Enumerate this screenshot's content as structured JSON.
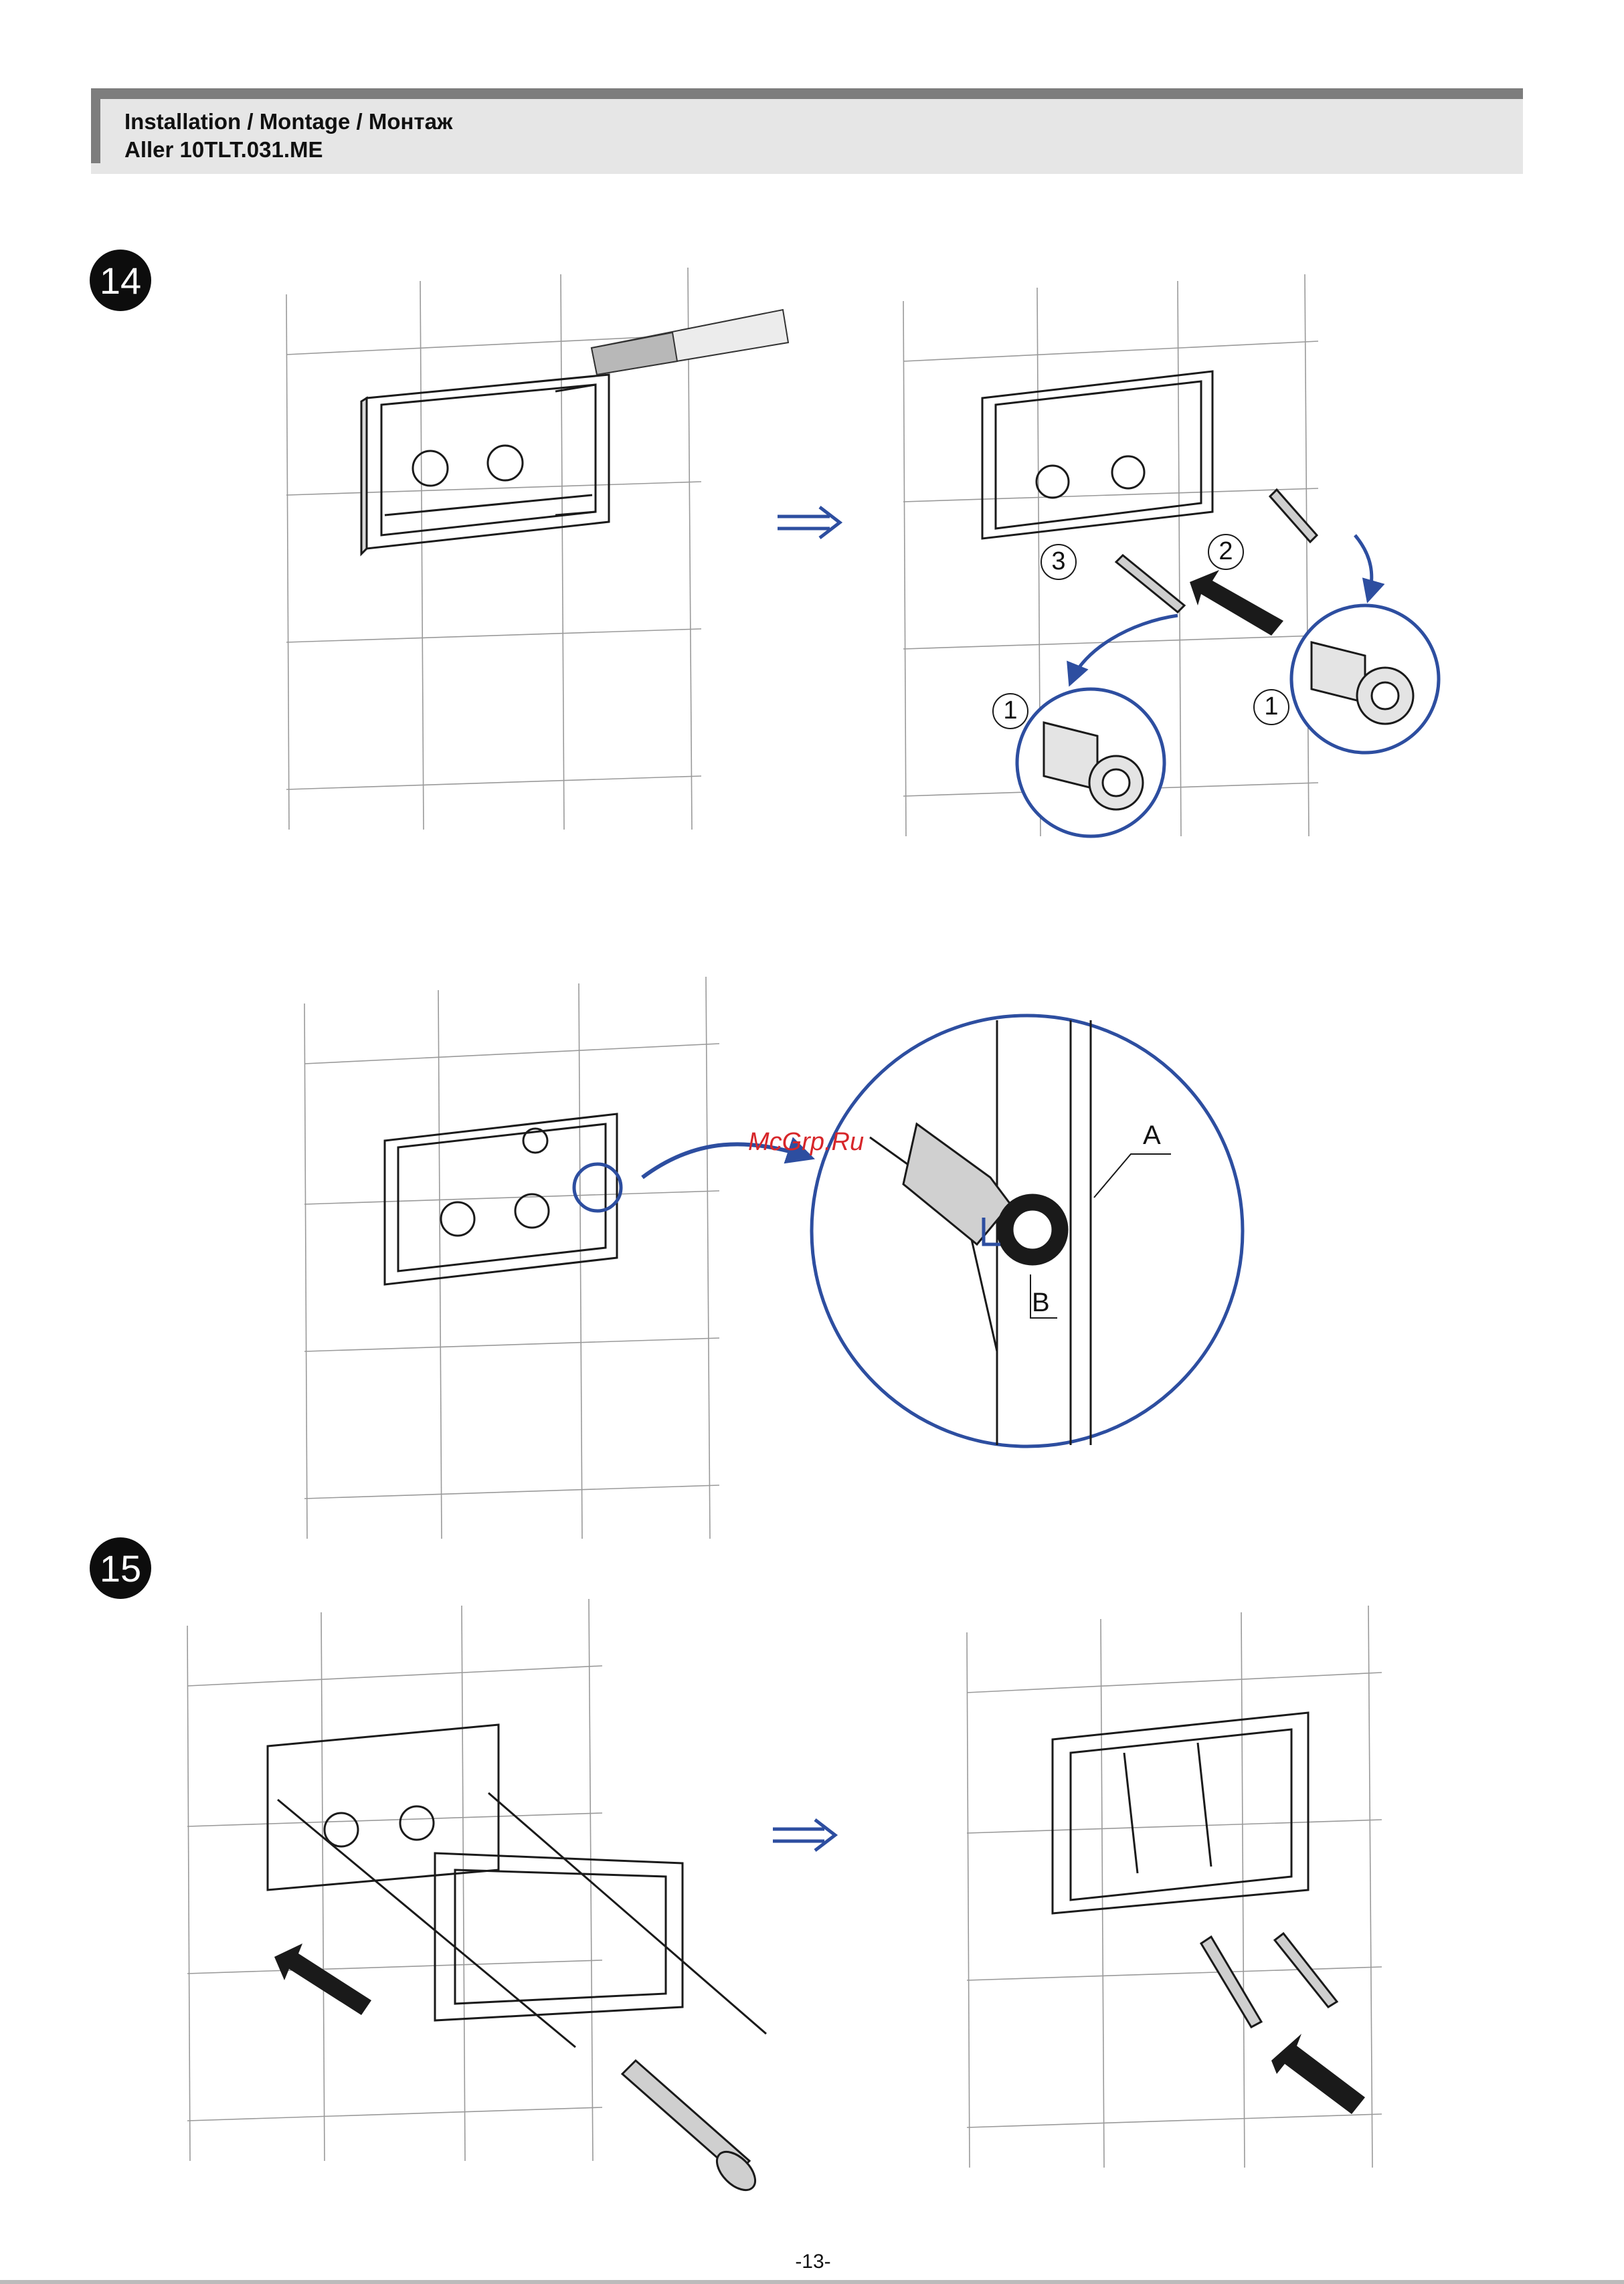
{
  "header": {
    "title": "Installation / Montage / Монтаж",
    "model": "Aller 10TLT.031.ME"
  },
  "steps": [
    {
      "number": "14"
    },
    {
      "number": "15"
    }
  ],
  "callouts": {
    "step14_label_1a": "1",
    "step14_label_1b": "1",
    "step14_label_2": "2",
    "step14_label_3": "3",
    "detail_label_a": "A",
    "detail_label_b": "B"
  },
  "watermark": "McGrp.Ru",
  "page_number": "-13-",
  "colors": {
    "accent_blue": "#2d4ea0",
    "header_bg": "#e6e6e6",
    "header_stripe": "#7d7d7d",
    "watermark_red": "#d7262a"
  }
}
